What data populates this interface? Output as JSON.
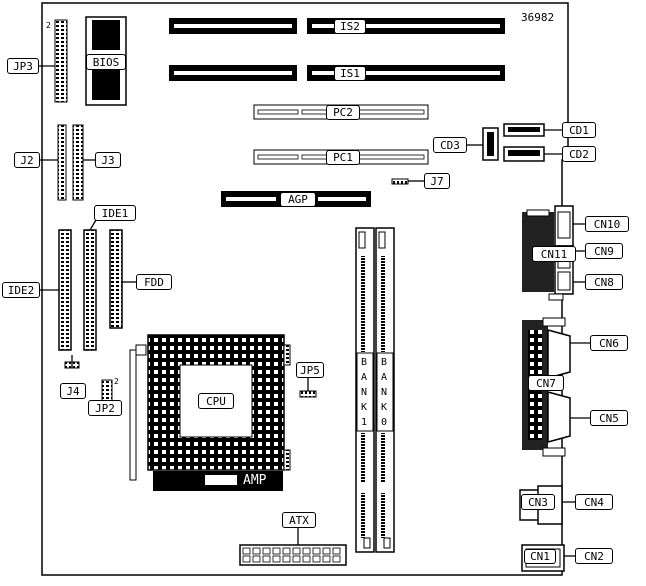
{
  "diagram": {
    "id_number": "36982",
    "labels": {
      "jp3": "JP3",
      "jp3_pin": "2",
      "bios": "BIOS",
      "is2": "IS2",
      "is1": "IS1",
      "pc2": "PC2",
      "pc1": "PC1",
      "agp": "AGP",
      "j2": "J2",
      "j3": "J3",
      "ide1": "IDE1",
      "ide2": "IDE2",
      "fdd": "FDD",
      "cd1": "CD1",
      "cd2": "CD2",
      "cd3": "CD3",
      "j7": "J7",
      "cn10": "CN10",
      "cn9": "CN9",
      "cn11": "CN11",
      "cn8": "CN8",
      "cn6": "CN6",
      "cn7": "CN7",
      "cn5": "CN5",
      "cn3": "CN3",
      "cn4": "CN4",
      "cn1": "CN1",
      "cn2": "CN2",
      "cpu": "CPU",
      "amp": "AMP",
      "jp5": "JP5",
      "j4": "J4",
      "jp2": "JP2",
      "jp2_pin": "2",
      "atx": "ATX",
      "bank1": [
        "B",
        "A",
        "N",
        "K",
        "1"
      ],
      "bank0": [
        "B",
        "A",
        "N",
        "K",
        "0"
      ]
    }
  }
}
